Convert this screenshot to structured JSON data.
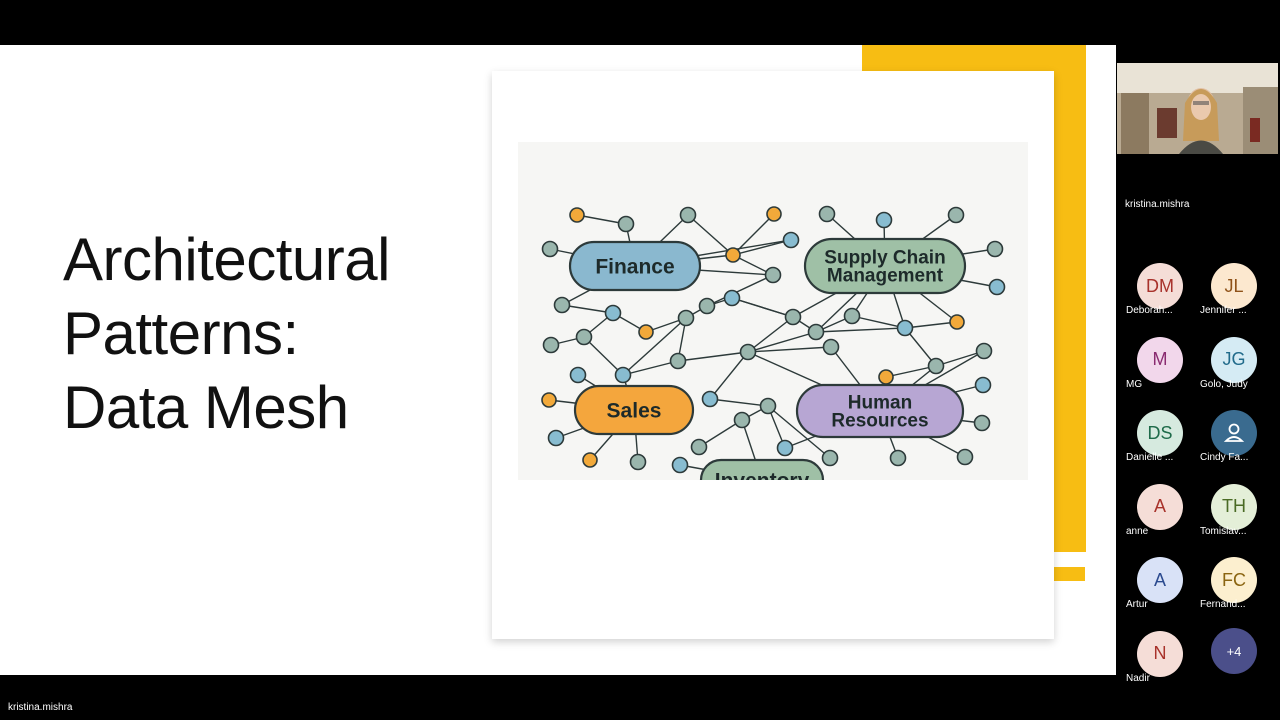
{
  "slide": {
    "title": "Architectural\nPatterns:\nData Mesh"
  },
  "diagram": {
    "domains": [
      {
        "label": "Finance",
        "color": "#8ab8cf"
      },
      {
        "label": "Supply Chain\nManagement",
        "color": "#9fc0a6"
      },
      {
        "label": "Sales",
        "color": "#f4a63d"
      },
      {
        "label": "Human\nResources",
        "color": "#b7a6d3"
      },
      {
        "label": "Inventory",
        "color": "#9fc0a6"
      }
    ],
    "node_colors": {
      "gray": "#9ab6ad",
      "blue": "#88bcd0",
      "orange": "#f2a93a",
      "stroke": "#2d3a3a"
    }
  },
  "meeting": {
    "presenter": "kristina.mishra",
    "bottom_label": "kristina.mishra",
    "participants": [
      {
        "initials": "DM",
        "name": "Deborah...",
        "bg": "#f5ddd7",
        "fg": "#a8322b",
        "icon": ""
      },
      {
        "initials": "JL",
        "name": "Jennifer ...",
        "bg": "#fce8cf",
        "fg": "#8f5218",
        "icon": ""
      },
      {
        "initials": "M",
        "name": "MG",
        "bg": "#f2d7eb",
        "fg": "#8a2a70",
        "icon": ""
      },
      {
        "initials": "JG",
        "name": "Golo, Judy",
        "bg": "#d5ebf4",
        "fg": "#216b8b",
        "icon": ""
      },
      {
        "initials": "DS",
        "name": "Danielle ...",
        "bg": "#d6eadf",
        "fg": "#1f6b4a",
        "icon": ""
      },
      {
        "initials": "",
        "name": "Cindy Fa...",
        "bg": "#3a6b8f",
        "fg": "#ffffff",
        "icon": "person-icon"
      },
      {
        "initials": "A",
        "name": "anne",
        "bg": "#f5ddd7",
        "fg": "#a8322b",
        "icon": ""
      },
      {
        "initials": "TH",
        "name": "Tomislav...",
        "bg": "#e4efd8",
        "fg": "#4a6b25",
        "icon": ""
      },
      {
        "initials": "A",
        "name": "Artur",
        "bg": "#d9e2f7",
        "fg": "#2b4a8f",
        "icon": ""
      },
      {
        "initials": "FC",
        "name": "Fernand...",
        "bg": "#fcefcf",
        "fg": "#8a6410",
        "icon": ""
      },
      {
        "initials": "N",
        "name": "Nadir",
        "bg": "#f5ddd7",
        "fg": "#a8322b",
        "icon": ""
      }
    ],
    "more_count": "+4"
  }
}
